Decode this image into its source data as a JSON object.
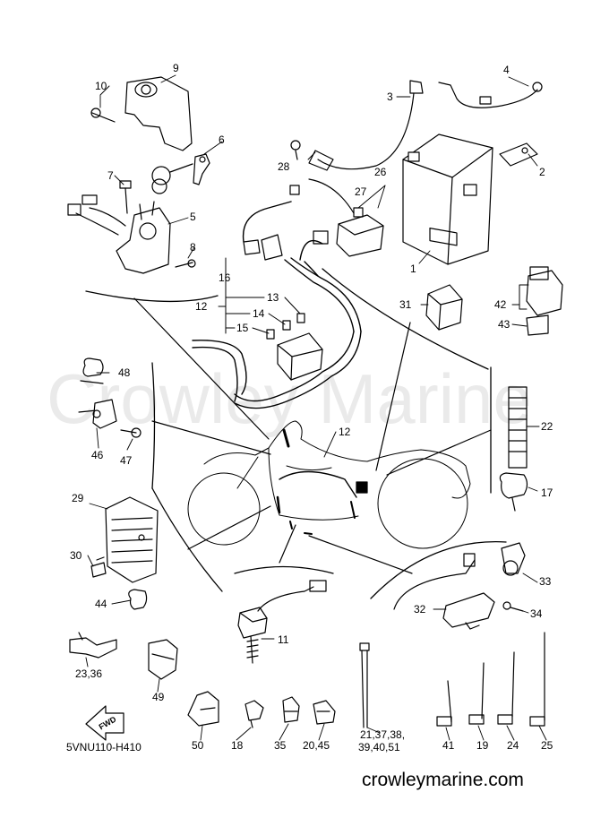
{
  "watermark": "Crowley Marine",
  "footer": {
    "url": "crowleymarine.com",
    "diagram_code": "5VNU110-H410",
    "fwd_arrow": "FWD"
  },
  "parts": {
    "p1": "1",
    "p2": "2",
    "p3": "3",
    "p4": "4",
    "p5": "5",
    "p6": "6",
    "p7": "7",
    "p8": "8",
    "p9": "9",
    "p10": "10",
    "p11": "11",
    "p12a": "12",
    "p12b": "12",
    "p13": "13",
    "p14": "14",
    "p15": "15",
    "p16": "16",
    "p17": "17",
    "p18": "18",
    "p19": "19",
    "p20_45": "20,45",
    "p21_51": "21,37,38,",
    "p21_51b": "39,40,51",
    "p22": "22",
    "p23_36": "23,36",
    "p24": "24",
    "p25": "25",
    "p26": "26",
    "p27": "27",
    "p28": "28",
    "p29": "29",
    "p30": "30",
    "p31": "31",
    "p32": "32",
    "p33": "33",
    "p34": "34",
    "p35": "35",
    "p41": "41",
    "p42": "42",
    "p43": "43",
    "p44": "44",
    "p46": "46",
    "p47": "47",
    "p48": "48",
    "p49": "49",
    "p50": "50"
  }
}
